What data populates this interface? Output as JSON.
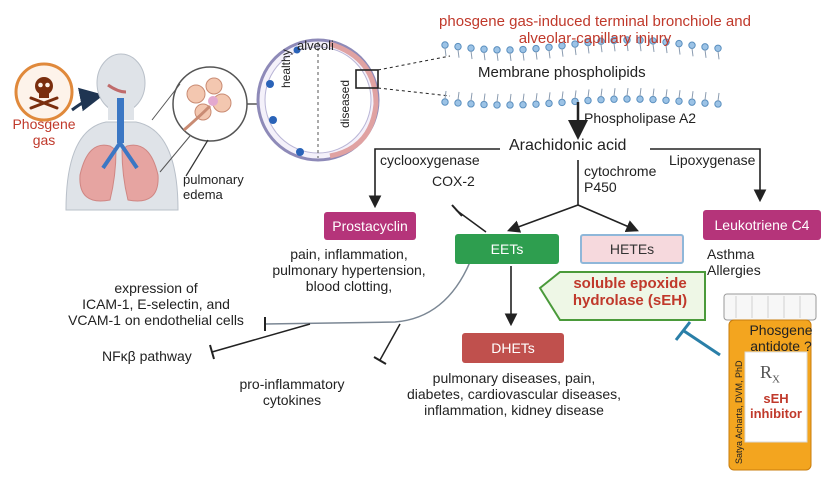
{
  "colors": {
    "title_red": "#c0392b",
    "prostacyclin": "#b5347a",
    "eets": "#2e9e4f",
    "hetes_fill": "#f6d9dd",
    "hetes_border": "#8fb7d9",
    "leukotriene": "#b5347a",
    "sEH_fill": "#eef7e6",
    "sEH_border": "#4a9a3a",
    "sEH_text": "#c0392b",
    "dhets": "#c0504d",
    "inhibitor_line": "#2a7fa8",
    "bottle": "#f3a51f"
  },
  "phosgene": {
    "line1": "Phosgene",
    "line2": "gas"
  },
  "alveoli": {
    "title": "alveoli",
    "healthy": "healthy",
    "diseased": "diseased"
  },
  "edema": {
    "line1": "pulmonary",
    "line2": "edema"
  },
  "injury": {
    "line1": "phosgene gas-induced terminal bronchiole and",
    "line2": "alveolar-capillary injury"
  },
  "pathway": {
    "membrane": "Membrane phospholipids",
    "pla2": "Phospholipase A2",
    "arachidonic": "Arachidonic acid",
    "cyclooxygenase": "cyclooxygenase",
    "cox2": "COX-2",
    "cytochrome_1": "cytochrome",
    "cytochrome_2": "P450",
    "lipoxygenase": "Lipoxygenase"
  },
  "boxes": {
    "prostacyclin": "Prostacyclin",
    "eets": "EETs",
    "hetes": "HETEs",
    "leukotriene": "Leukotriene C4",
    "seh_1": "soluble epoxide",
    "seh_2": "hydrolase (sEH)",
    "dhets": "DHETs"
  },
  "effects": {
    "prostacyclin": [
      "pain, inflammation,",
      "pulmonary hypertension,",
      "blood clotting,"
    ],
    "leukotriene": [
      "Asthma",
      "Allergies"
    ],
    "expression": [
      "expression of",
      "ICAM-1, E-selectin, and",
      "VCAM-1 on endothelial cells"
    ],
    "nfkb": "NFκβ pathway",
    "cytokines": [
      "pro-inflammatory",
      "cytokines"
    ],
    "dhets": [
      "pulmonary diseases, pain,",
      "diabetes, cardiovascular diseases,",
      "inflammation, kidney disease"
    ]
  },
  "bottle": {
    "line1": "Phosgene",
    "line2": "antidote ?",
    "rx": "R",
    "rx_sub": "X",
    "inhibitor_1": "sEH",
    "inhibitor_2": "inhibitor",
    "author": "Satya Acharta, DVM, PhD"
  }
}
